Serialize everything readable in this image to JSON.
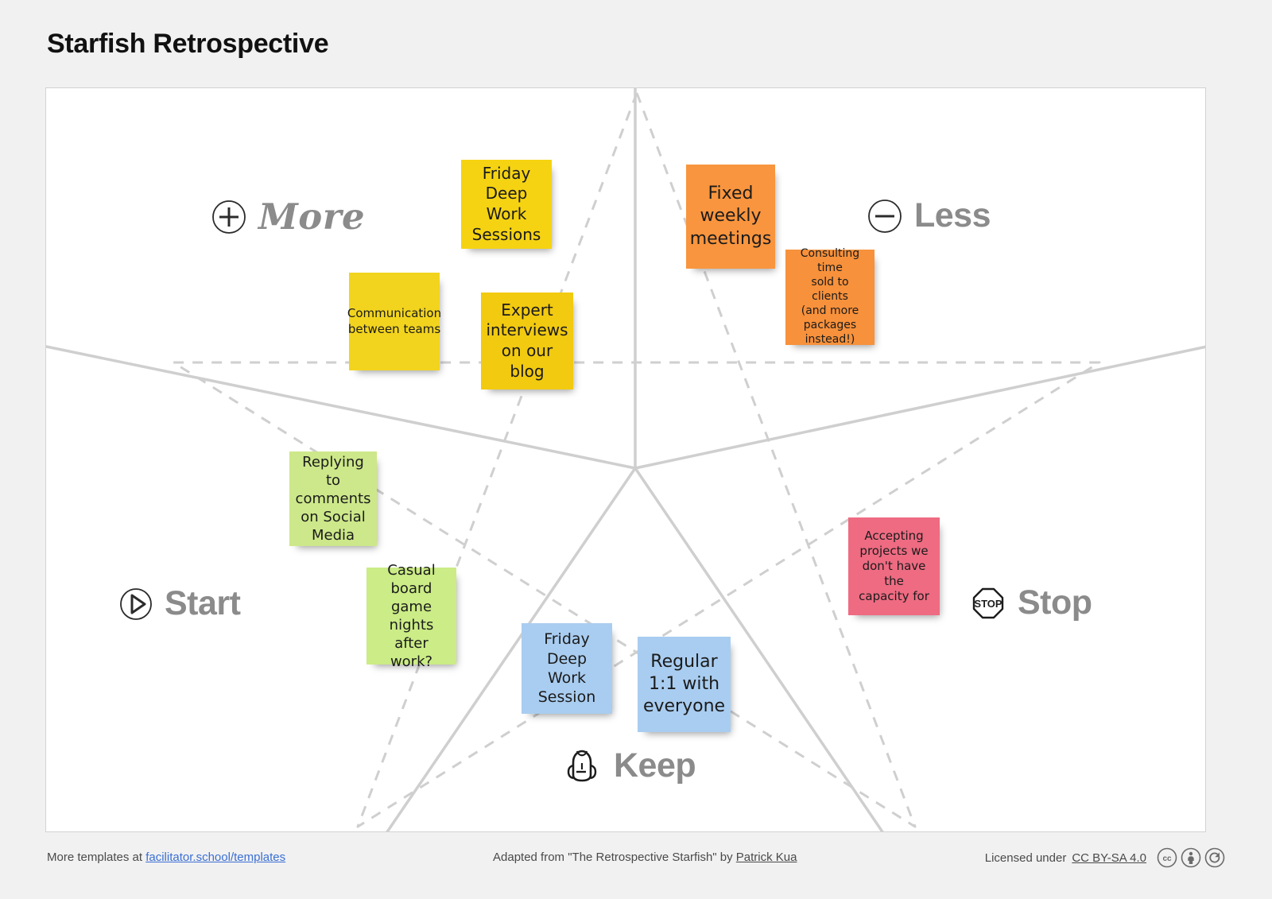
{
  "page": {
    "title": "Starfish Retrospective",
    "background": "#f1f1f1",
    "canvas_background": "#ffffff"
  },
  "quadrants": [
    {
      "key": "more",
      "label": "More",
      "icon": "plus-circle-icon",
      "style": "script",
      "color": "#8b8b8b"
    },
    {
      "key": "less",
      "label": "Less",
      "icon": "minus-circle-icon",
      "style": "bold",
      "color": "#8b8b8b"
    },
    {
      "key": "start",
      "label": "Start",
      "icon": "play-circle-icon",
      "style": "bold",
      "color": "#8b8b8b"
    },
    {
      "key": "stop",
      "label": "Stop",
      "icon": "stop-sign-icon",
      "style": "bold",
      "color": "#8b8b8b"
    },
    {
      "key": "keep",
      "label": "Keep",
      "icon": "backpack-icon",
      "style": "bold",
      "color": "#8b8b8b"
    }
  ],
  "notes": [
    {
      "id": "n1",
      "quadrant": "more",
      "text": "Friday\nDeep Work\nSessions",
      "color": "#F5D312",
      "font_size": 20
    },
    {
      "id": "n2",
      "quadrant": "more",
      "text": "Communication\nbetween teams",
      "color": "#F2D41E",
      "font_size": 15
    },
    {
      "id": "n3",
      "quadrant": "more",
      "text": "Expert\ninterviews\non our blog",
      "color": "#F2CA10",
      "font_size": 20
    },
    {
      "id": "n4",
      "quadrant": "less",
      "text": "Fixed\nweekly\nmeetings",
      "color": "#F9953E",
      "font_size": 22
    },
    {
      "id": "n5",
      "quadrant": "less",
      "text": "Consulting time\nsold to clients\n(and more\npackages\ninstead!)",
      "color": "#F7913B",
      "font_size": 14
    },
    {
      "id": "n6",
      "quadrant": "start",
      "text": "Replying to\ncomments\non Social\nMedia",
      "color": "#CDE88A",
      "font_size": 18
    },
    {
      "id": "n7",
      "quadrant": "start",
      "text": "Casual\nboard game\nnights after\nwork?",
      "color": "#CBEC86",
      "font_size": 18
    },
    {
      "id": "n8",
      "quadrant": "stop",
      "text": "Accepting\nprojects we\ndon't have the\ncapacity for",
      "color": "#EE6B82",
      "font_size": 15
    },
    {
      "id": "n9",
      "quadrant": "keep",
      "text": "Friday\nDeep Work\nSession",
      "color": "#A9CDF0",
      "font_size": 19
    },
    {
      "id": "n10",
      "quadrant": "keep",
      "text": "Regular\n1:1 with\neveryone",
      "color": "#A9CDF0",
      "font_size": 22
    }
  ],
  "footer": {
    "left_prefix": "More templates at ",
    "left_link": "facilitator.school/templates",
    "mid_prefix": "Adapted from \"The Retrospective Starfish\" by ",
    "mid_link": "Patrick Kua",
    "right_prefix": "Licensed under ",
    "right_link": "CC BY-SA 4.0",
    "badges": [
      "cc-badge-icon",
      "by-person-badge-icon",
      "share-alike-badge-icon"
    ]
  }
}
